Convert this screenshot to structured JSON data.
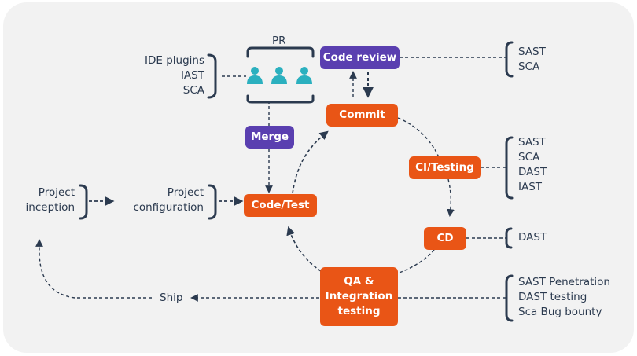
{
  "colors": {
    "background": "#f2f2f2",
    "stage_node": "#e95516",
    "review_node": "#5a3fb0",
    "line": "#2b3a4f",
    "people_icon": "#2bb0bf"
  },
  "pr_group": {
    "title": "PR",
    "people_icons": [
      "person-icon",
      "person-icon",
      "person-icon"
    ],
    "tools": [
      "IDE plugins",
      "IAST",
      "SCA"
    ]
  },
  "nodes": {
    "code_review": "Code review",
    "merge": "Merge",
    "commit": "Commit",
    "ci_testing": "CI/Testing",
    "cd": "CD",
    "code_test": "Code/Test",
    "qa": [
      "QA &",
      "Integration",
      "testing"
    ]
  },
  "stages": {
    "project_inception": [
      "Project",
      "inception"
    ],
    "project_configuration": [
      "Project",
      "configuration"
    ],
    "ship": "Ship"
  },
  "tool_lists": {
    "code_review": [
      "SAST",
      "SCA"
    ],
    "ci_testing": [
      "SAST",
      "SCA",
      "DAST",
      "IAST"
    ],
    "cd": [
      "DAST"
    ],
    "qa": [
      "SAST Penetration",
      "DAST testing",
      "Sca Bug bounty"
    ]
  }
}
